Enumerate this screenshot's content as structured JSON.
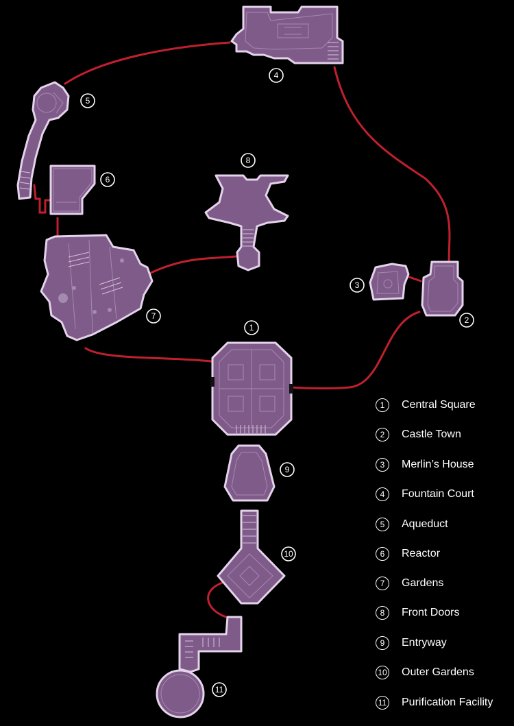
{
  "map": {
    "locations": [
      {
        "number": "1",
        "name": "Central Square"
      },
      {
        "number": "2",
        "name": "Castle Town"
      },
      {
        "number": "3",
        "name": "Merlin’s House"
      },
      {
        "number": "4",
        "name": "Fountain Court"
      },
      {
        "number": "5",
        "name": "Aqueduct"
      },
      {
        "number": "6",
        "name": "Reactor"
      },
      {
        "number": "7",
        "name": "Gardens"
      },
      {
        "number": "8",
        "name": "Front Doors"
      },
      {
        "number": "9",
        "name": "Entryway"
      },
      {
        "number": "10",
        "name": "Outer Gardens"
      },
      {
        "number": "11",
        "name": "Purification Facility"
      }
    ],
    "colors": {
      "background": "#000000",
      "room_fill": "#7f5b8a",
      "room_outline": "#e4d3ea",
      "connection": "#c0202e"
    }
  }
}
